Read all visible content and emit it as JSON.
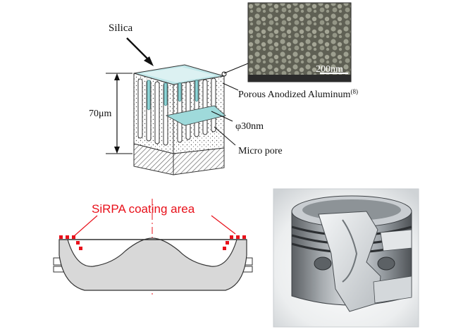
{
  "figure": {
    "labels": {
      "silica": "Silica",
      "thickness": "70μm",
      "porous": "Porous Anodized Aluminum",
      "porous_ref": "(8)",
      "diameter": "φ30nm",
      "micro_pore": "Micro pore",
      "coating_area": "SiRPA coating area",
      "scale_bar": "200nm"
    },
    "colors": {
      "coating_red": "#e8101a",
      "silica_cyan": "#8fd6d8",
      "piston_fill": "#d8d8d8"
    }
  }
}
